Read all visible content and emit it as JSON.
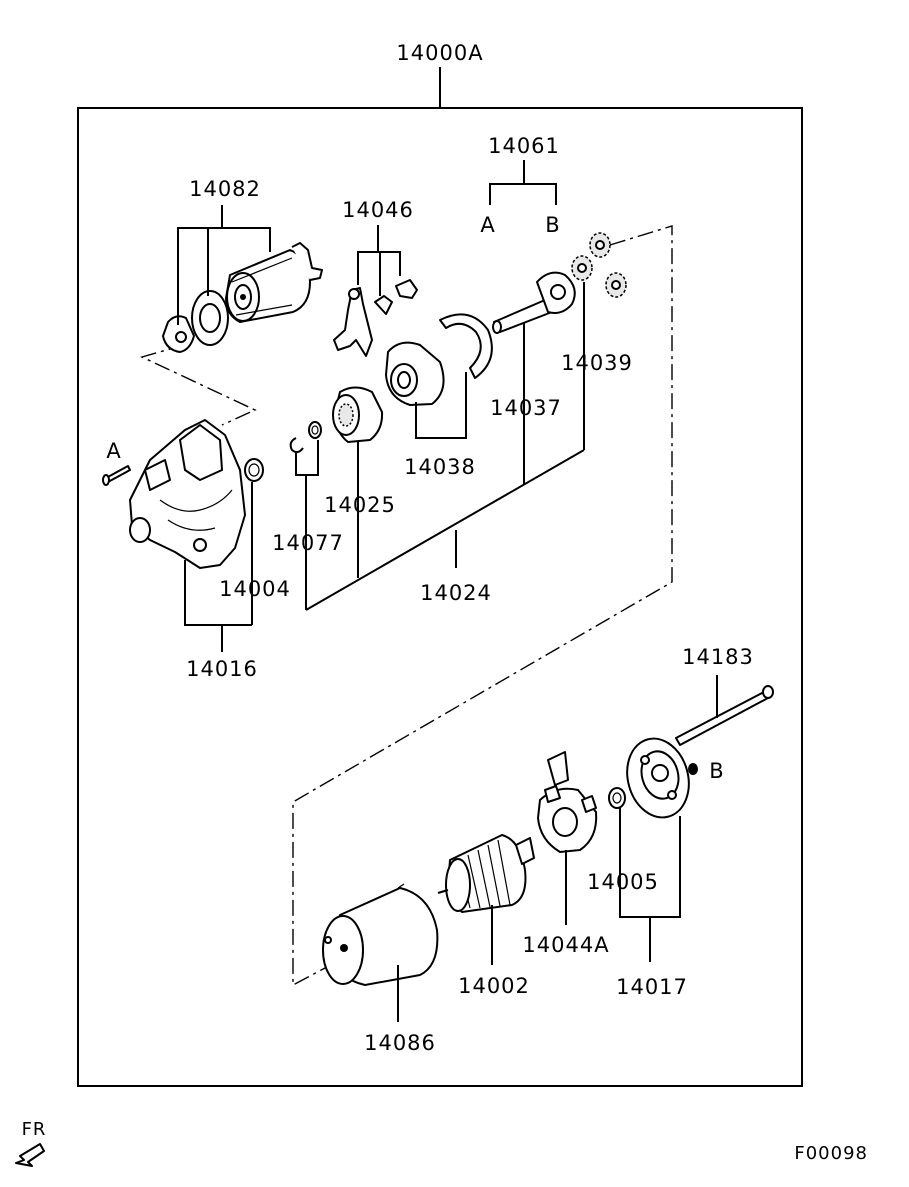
{
  "diagram": {
    "assembly_label": "14000A",
    "labels": {
      "p14082": "14082",
      "p14046": "14046",
      "p14061": "14061",
      "ref_a_top": "A",
      "ref_b_top": "B",
      "p14039": "14039",
      "p14037": "14037",
      "p14038": "14038",
      "p14025": "14025",
      "p14077": "14077",
      "p14004": "14004",
      "p14024": "14024",
      "p14016": "14016",
      "ref_a_bolt": "A",
      "p14183": "14183",
      "ref_b_screw": "B",
      "p14005": "14005",
      "p14044a": "14044A",
      "p14017": "14017",
      "p14002": "14002",
      "p14086": "14086"
    },
    "front_indicator": "FR",
    "figure_code": "F00098"
  }
}
